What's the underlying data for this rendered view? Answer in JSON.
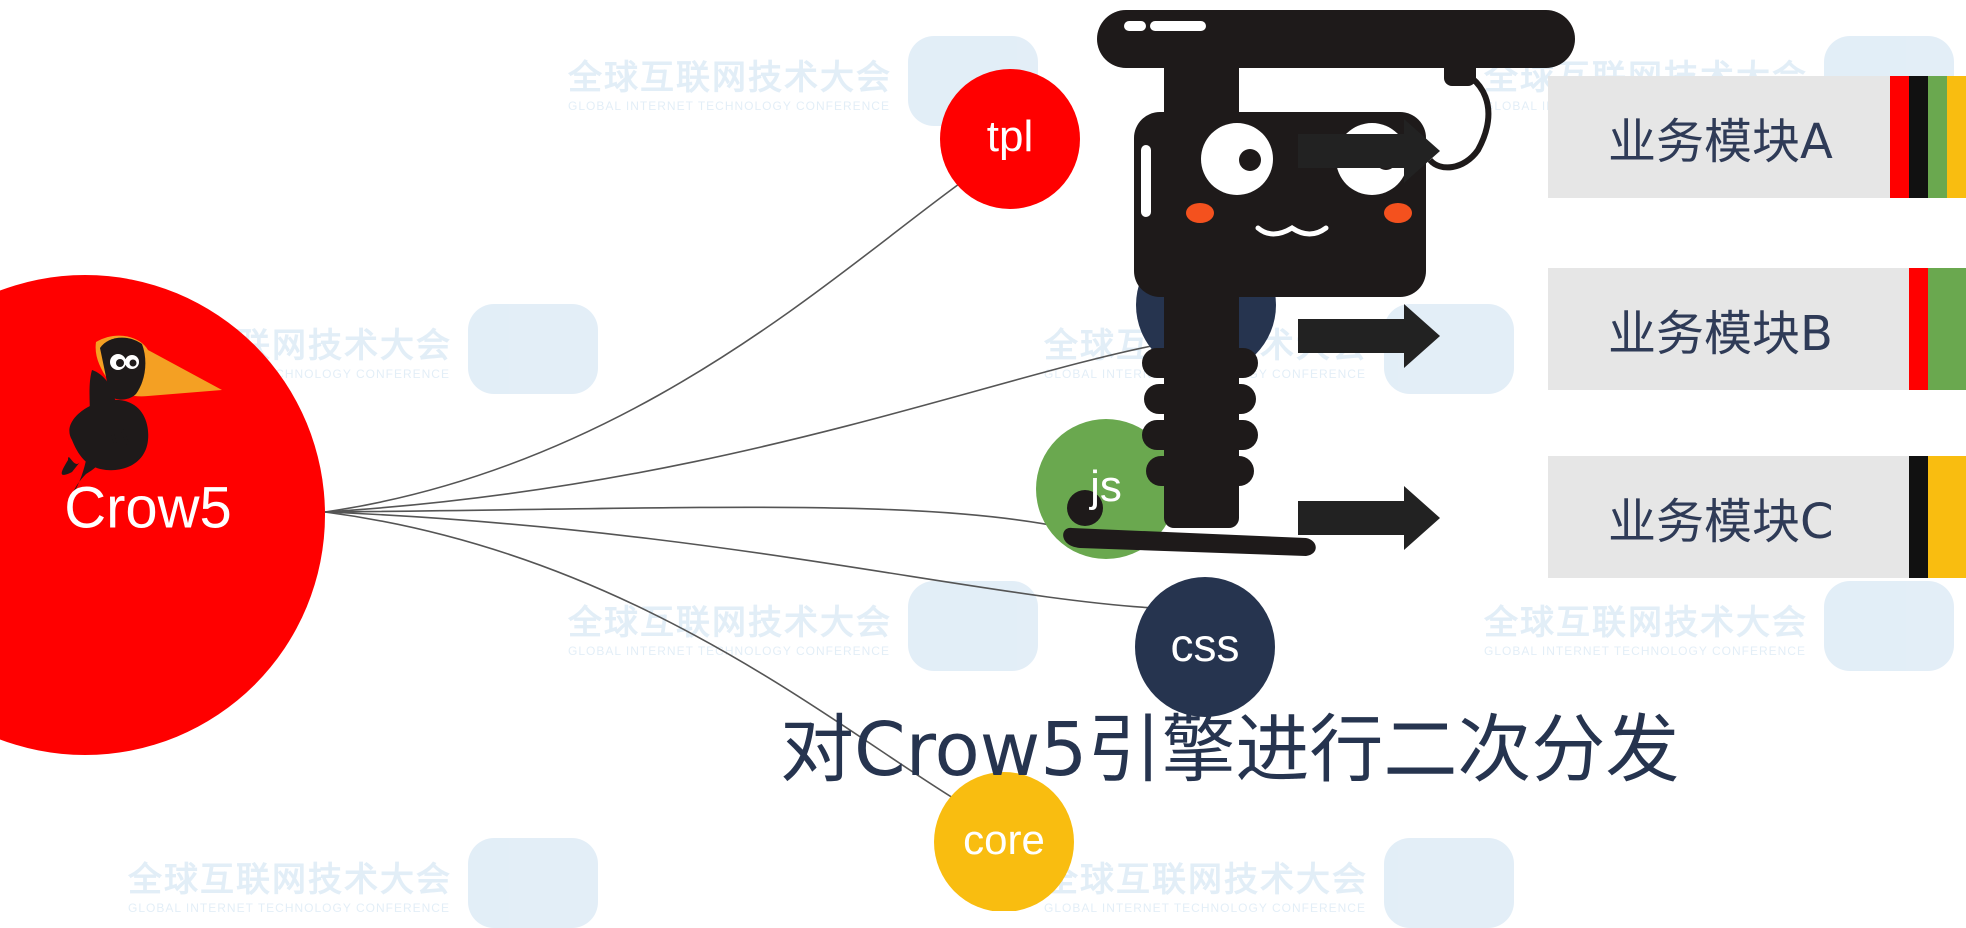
{
  "center": {
    "label": "Crow5",
    "color": "#ff0000"
  },
  "nodes": [
    {
      "key": "tpl",
      "label": "tpl",
      "color": "#ff0000"
    },
    {
      "key": "dark-hidden",
      "label": "",
      "color": "#26344f"
    },
    {
      "key": "js",
      "label": "js",
      "color": "#6aa84f"
    },
    {
      "key": "css",
      "label": "css",
      "color": "#26344f"
    },
    {
      "key": "core",
      "label": "core",
      "color": "#f9bd10"
    }
  ],
  "modules": [
    {
      "label": "业务模块A",
      "stripes": [
        "#ff0000",
        "#111111",
        "#6aa84f",
        "#f9bd10"
      ]
    },
    {
      "label": "业务模块B",
      "stripes": [
        "#ff0000",
        "#6aa84f",
        "#6aa84f"
      ]
    },
    {
      "label": "业务模块C",
      "stripes": [
        "#111111",
        "#f9bd10",
        "#f9bd10"
      ]
    }
  ],
  "caption": "对Crow5引擎进行二次分发",
  "watermark": {
    "cn": "全球互联网技术大会",
    "en": "GLOBAL INTERNET TECHNOLOGY CONFERENCE"
  },
  "colors": {
    "edge": "#555555",
    "arrow": "#222222",
    "mascot": "#1e1a1a",
    "module_bg": "#e6e6e6",
    "text": "#2f3b57"
  }
}
